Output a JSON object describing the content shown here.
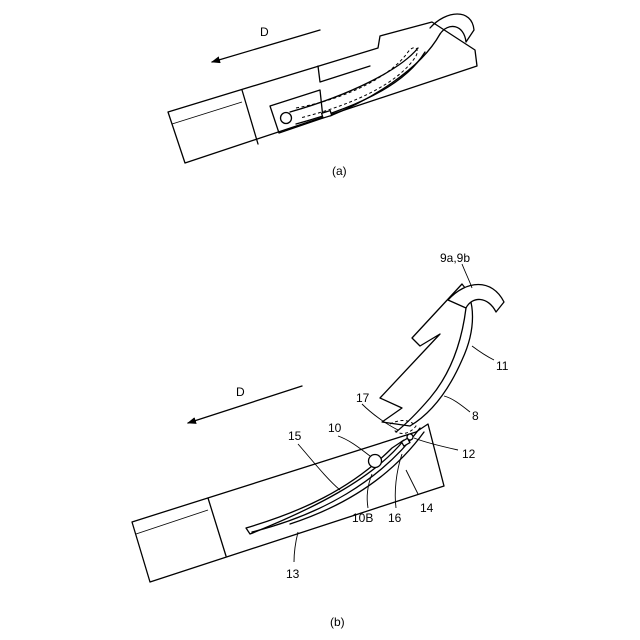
{
  "figure_a": {
    "direction_label": "D",
    "caption": "(a)"
  },
  "figure_b": {
    "direction_label": "D",
    "caption": "(b)",
    "labels": {
      "ref_9a_9b": "9a,9b",
      "ref_11": "11",
      "ref_8": "8",
      "ref_17": "17",
      "ref_12": "12",
      "ref_10": "10",
      "ref_15": "15",
      "ref_14": "14",
      "ref_16": "16",
      "ref_10B": "10B",
      "ref_13": "13"
    }
  }
}
